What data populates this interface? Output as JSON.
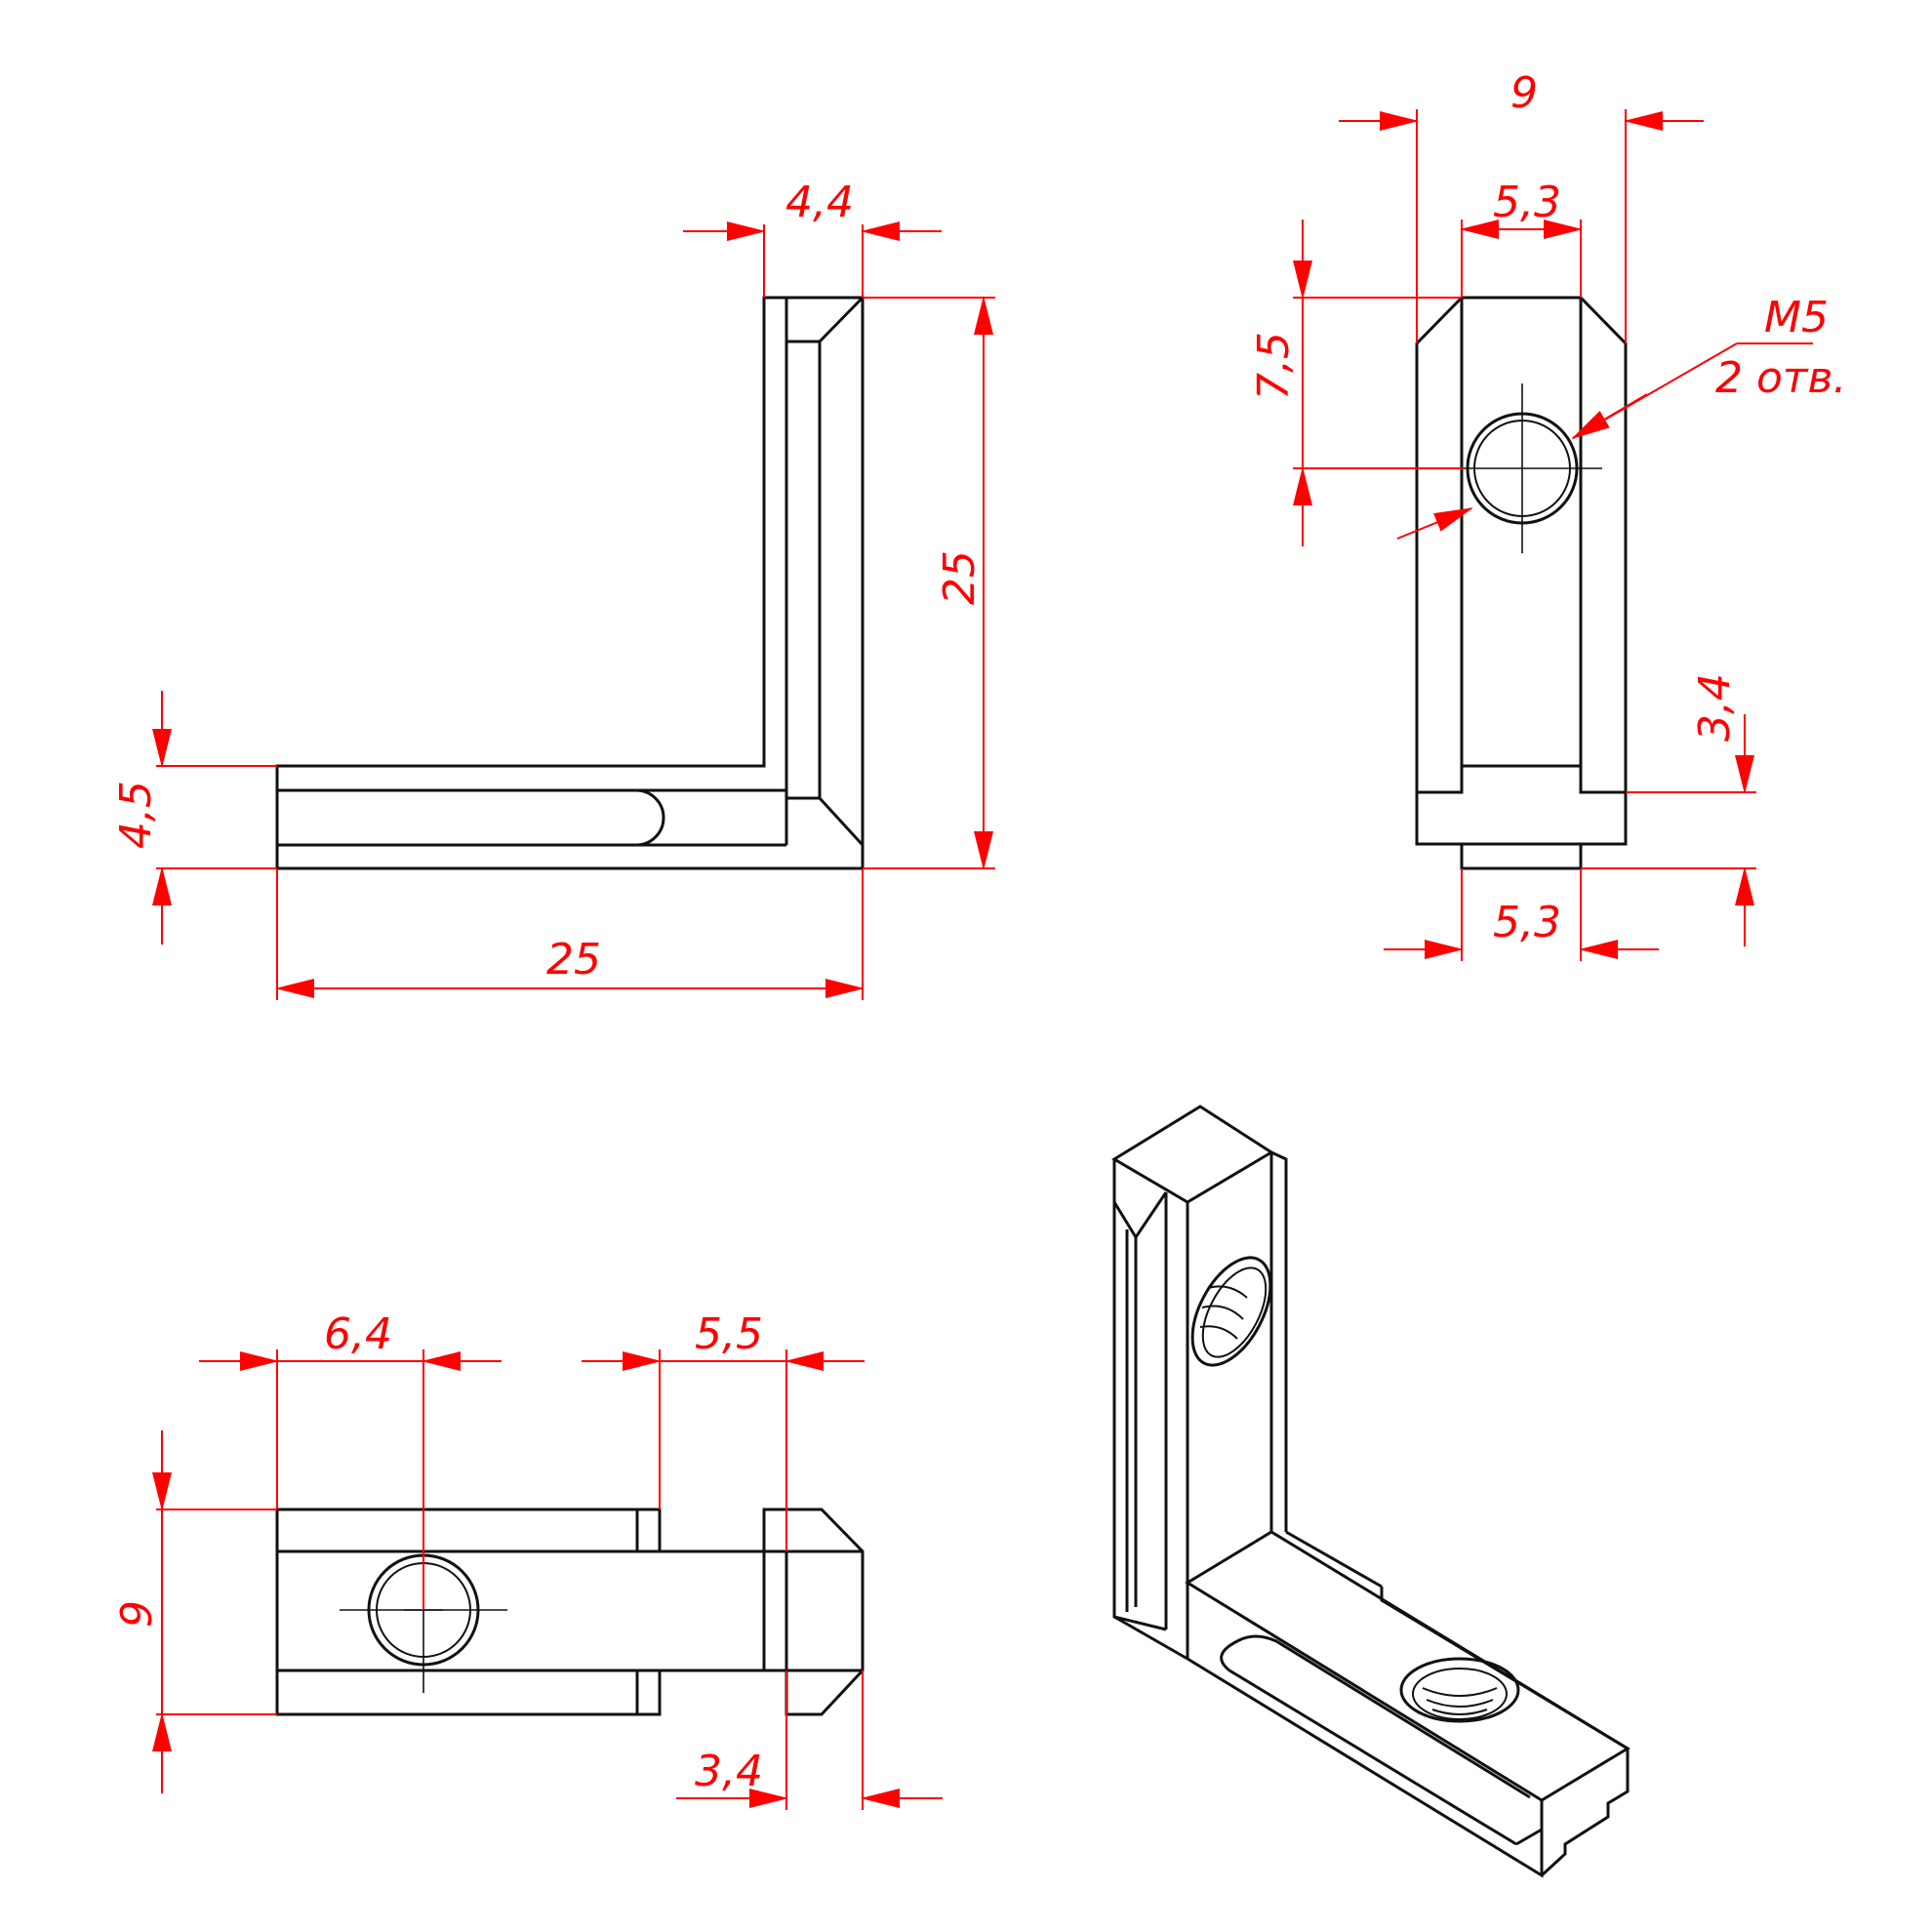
{
  "colors": {
    "dimension": "#ff0000",
    "part": "#111111",
    "background": "#ffffff"
  },
  "views": {
    "front": {
      "width_25": "25",
      "height_25": "25",
      "top_width": "4,4",
      "bar_height": "4,5"
    },
    "side": {
      "overall_width": "9",
      "slot_width_top": "5,3",
      "hole_depth": "7,5",
      "thread_line1": "M5",
      "thread_line2": "2 отв.",
      "step_height": "3,4",
      "slot_width_bottom": "5,3"
    },
    "top": {
      "hole_offset": "6,4",
      "notch_width": "5,5",
      "height": "9",
      "tip_width": "3,4"
    }
  }
}
